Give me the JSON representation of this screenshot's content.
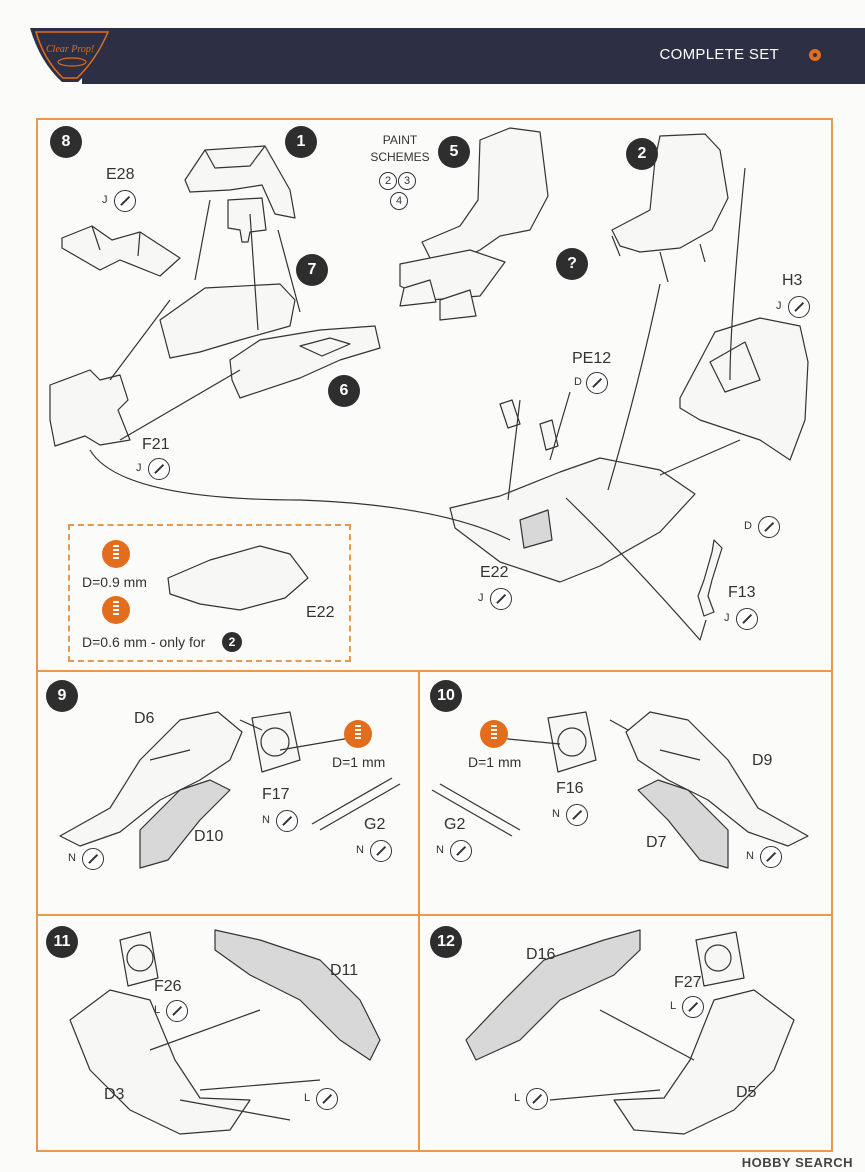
{
  "header": {
    "title": "COMPLETE SET",
    "logo_text": "Clear Prop!",
    "colors": {
      "bar": "#2d2f44",
      "accent": "#e26d1d",
      "frame": "#e59a4f"
    }
  },
  "steps": {
    "s1": "1",
    "s2": "2",
    "s5": "5",
    "s6": "6",
    "s7": "7",
    "s8": "8",
    "s9": "9",
    "s10": "10",
    "s11": "11",
    "s12": "12",
    "q": "?"
  },
  "paint": {
    "label_line1": "PAINT",
    "label_line2": "SCHEMES",
    "schemes": [
      "2",
      "3",
      "4"
    ]
  },
  "panel_top": {
    "parts": {
      "E28": "E28",
      "H3": "H3",
      "PE12": "PE12",
      "F21": "F21",
      "E22": "E22",
      "E22b": "E22",
      "F13": "F13"
    },
    "sprues": {
      "E28": "J",
      "H3": "J",
      "PE12": "D",
      "F21": "J",
      "E22": "J",
      "F13": "J",
      "F13_top": "D"
    },
    "drill_note_1": "D=0.9 mm",
    "drill_note_2": "D=0.6 mm  - only for",
    "drill_note_2_step": "2"
  },
  "panel_9": {
    "parts": {
      "D6": "D6",
      "D10": "D10",
      "F17": "F17",
      "G2": "G2"
    },
    "sprues": {
      "F17": "N",
      "G2": "N",
      "D10": "N"
    },
    "drill_note": "D=1 mm"
  },
  "panel_10": {
    "parts": {
      "D9": "D9",
      "D7": "D7",
      "F16": "F16",
      "G2": "G2"
    },
    "sprues": {
      "F16": "N",
      "G2": "N",
      "D7": "N"
    },
    "drill_note": "D=1 mm"
  },
  "panel_11": {
    "parts": {
      "D11": "D11",
      "F26": "F26",
      "D3": "D3"
    },
    "sprues": {
      "F26": "L",
      "D11": "L"
    }
  },
  "panel_12": {
    "parts": {
      "D16": "D16",
      "F27": "F27",
      "D5": "D5"
    },
    "sprues": {
      "F27": "L",
      "D16": "L"
    }
  },
  "watermark": "HOBBY SEARCH",
  "icons": {
    "cutter": "sprue-cutter-icon",
    "drill": "drill-bit-icon",
    "header_dot": "bullet-icon"
  }
}
